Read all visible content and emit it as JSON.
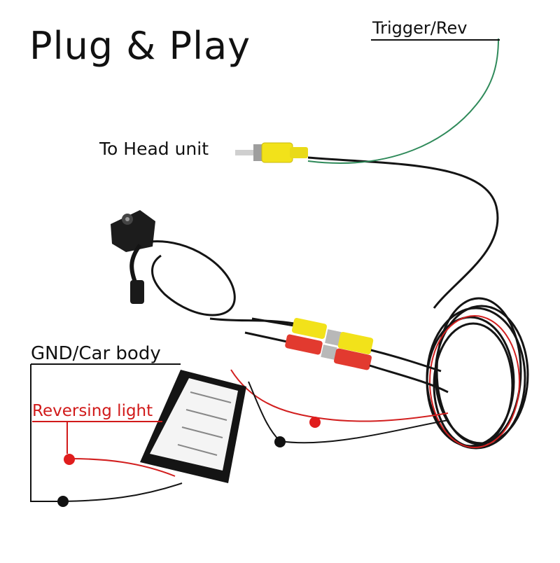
{
  "title": "Plug & Play",
  "labels": {
    "trigger": "Trigger/Rev",
    "head_unit": "To Head unit",
    "gnd": "GND/Car body",
    "reversing": "Reversing light"
  },
  "colors": {
    "cable": "#141414",
    "rca_yellow": "#f2e21a",
    "rca_red": "#e23a2f",
    "wire_red": "#d21f1f",
    "wire_green": "#2f8a5a",
    "label_red": "#d11a1a"
  }
}
